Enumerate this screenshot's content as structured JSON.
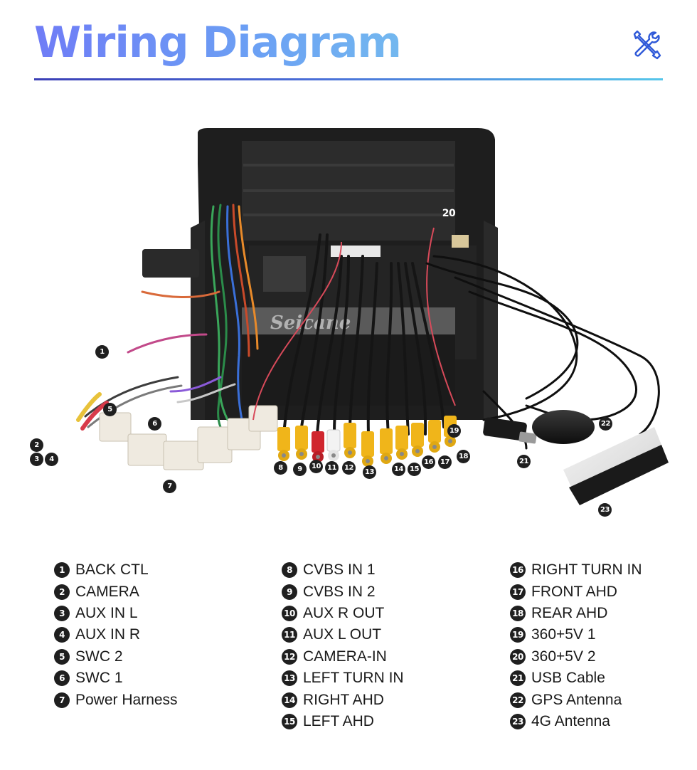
{
  "header": {
    "title": "Wiring Diagram",
    "icon": "tools-icon",
    "accent": "#6f7cf6"
  },
  "photo": {
    "watermark": "Seicane",
    "callouts": [
      "1",
      "2",
      "3",
      "4",
      "5",
      "6",
      "7",
      "8",
      "9",
      "10",
      "11",
      "12",
      "13",
      "14",
      "15",
      "16",
      "17",
      "18",
      "19",
      "20",
      "21",
      "22",
      "23"
    ]
  },
  "legend": {
    "col1": [
      {
        "num": "1",
        "label": "BACK CTL"
      },
      {
        "num": "2",
        "label": "CAMERA"
      },
      {
        "num": "3",
        "label": "AUX IN L"
      },
      {
        "num": "4",
        "label": "AUX IN R"
      },
      {
        "num": "5",
        "label": "SWC 2"
      },
      {
        "num": "6",
        "label": "SWC 1"
      },
      {
        "num": "7",
        "label": "Power Harness"
      }
    ],
    "col2": [
      {
        "num": "8",
        "label": "CVBS IN 1"
      },
      {
        "num": "9",
        "label": "CVBS IN 2"
      },
      {
        "num": "10",
        "label": "AUX R OUT"
      },
      {
        "num": "11",
        "label": "AUX L OUT"
      },
      {
        "num": "12",
        "label": "CAMERA-IN"
      },
      {
        "num": "13",
        "label": "LEFT TURN IN"
      },
      {
        "num": "14",
        "label": "RIGHT AHD"
      },
      {
        "num": "15",
        "label": "LEFT AHD"
      }
    ],
    "col3": [
      {
        "num": "16",
        "label": "RIGHT TURN IN"
      },
      {
        "num": "17",
        "label": "FRONT AHD"
      },
      {
        "num": "18",
        "label": "REAR AHD"
      },
      {
        "num": "19",
        "label": "360+5V 1"
      },
      {
        "num": "20",
        "label": "360+5V 2"
      },
      {
        "num": "21",
        "label": "USB Cable"
      },
      {
        "num": "22",
        "label": "GPS Antenna"
      },
      {
        "num": "23",
        "label": "4G Antenna"
      }
    ]
  }
}
